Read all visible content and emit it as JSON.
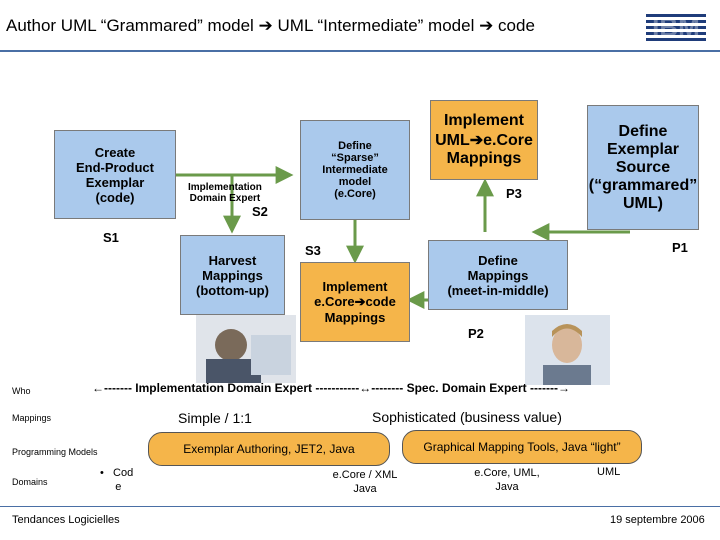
{
  "header": {
    "title": "Author UML “Grammared” model ➔ UML “Intermediate” model ➔ code",
    "logo": "IBM"
  },
  "boxes": {
    "create": "Create\nEnd-Product\nExemplar\n(code)",
    "harvest": "Harvest\nMappings\n(bottom-up)",
    "define_sparse": "Define\n“Sparse”\nIntermediate\nmodel\n(e.Core)",
    "implement_ecore": "Implement\ne.Core➔code\nMappings",
    "implement_uml": "Implement\nUML➔e.Core\nMappings",
    "define_mappings": "Define\nMappings\n(meet-in-middle)",
    "define_exemplar": "Define\nExemplar\nSource\n(“grammared”\nUML)"
  },
  "labels": {
    "impl_expert": "Implementation\nDomain Expert",
    "s1": "S1",
    "s2": "S2",
    "s3": "S3",
    "p1": "P1",
    "p2": "P2",
    "p3": "P3"
  },
  "rows": {
    "who": "Who",
    "who_line": "←------- Implementation Domain Expert -----------↔-------- Spec. Domain Expert -------→",
    "mappings": "Mappings",
    "simple": "Simple / 1:1",
    "sophisticated": "Sophisticated (business value)",
    "programming_models": "Programming Models",
    "pill_left": "Exemplar Authoring, JET2, Java",
    "pill_right": "Graphical Mapping Tools, Java “light”",
    "domains": "Domains",
    "domain_code": "•   Cod\n     e",
    "domain_ecore_xml": "e.Core / XML\nJava",
    "domain_ecore_uml": "e.Core, UML,\nJava",
    "domain_uml": "UML"
  },
  "footer": {
    "left": "Tendances Logicielles",
    "right": "19 septembre 2006"
  },
  "colors": {
    "blue_box": "#aac9ec",
    "orange_box": "#f5b54a",
    "arrow": "#6a9a4a",
    "rule": "#4a6fa5"
  },
  "images": {
    "left_person": "person-icon",
    "right_person": "person-icon"
  }
}
